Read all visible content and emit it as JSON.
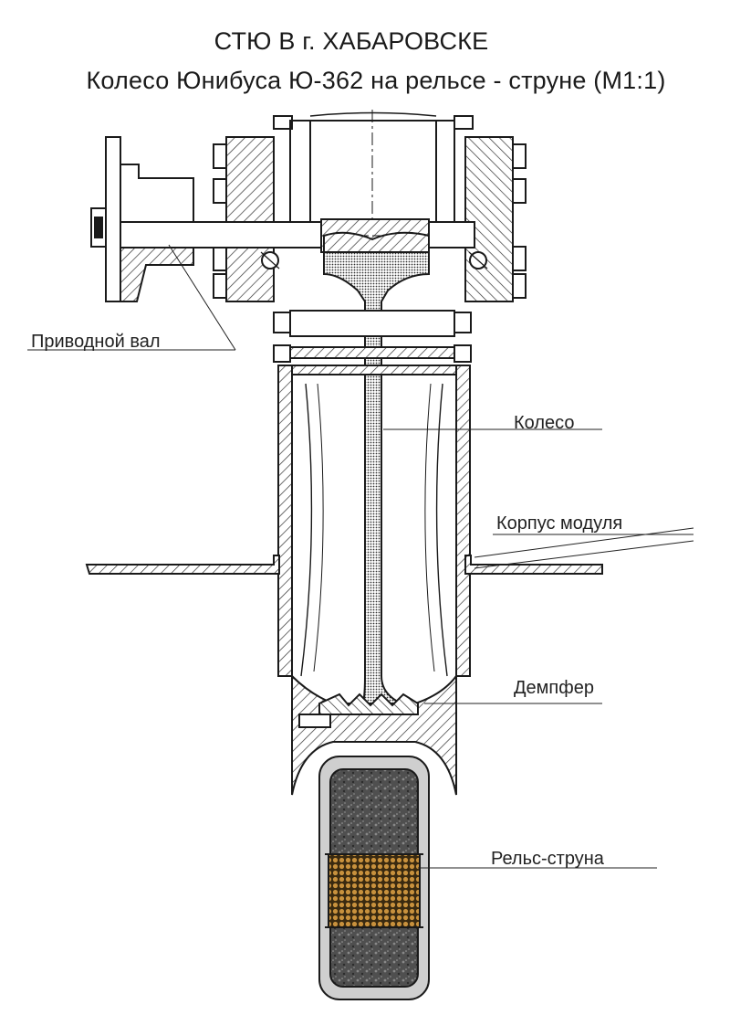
{
  "title": {
    "line1": "СТЮ В г. ХАБАРОВСКЕ",
    "line2": "Колесо Юнибуса Ю-362 на рельсе - струне (М1:1)"
  },
  "labels": {
    "drive_shaft": "Приводной вал",
    "wheel": "Колесо",
    "module_body": "Корпус модуля",
    "damper": "Демпфер",
    "rail_string": "Рельс-струна"
  },
  "colors": {
    "line": "#1a1a1a",
    "hatch": "#333333",
    "rail_fill": "#5a5a5a",
    "core_fill": "#b07a2a"
  }
}
